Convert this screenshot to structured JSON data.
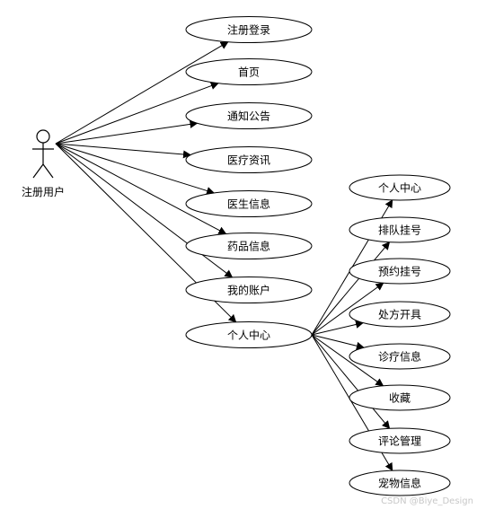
{
  "actor": {
    "label": "注册用户"
  },
  "use_cases": [
    {
      "id": "register",
      "label": "注册登录"
    },
    {
      "id": "home",
      "label": "首页"
    },
    {
      "id": "notice",
      "label": "通知公告"
    },
    {
      "id": "medical-info",
      "label": "医疗资讯"
    },
    {
      "id": "doctor-info",
      "label": "医生信息"
    },
    {
      "id": "drug-info",
      "label": "药品信息"
    },
    {
      "id": "my-account",
      "label": "我的账户"
    },
    {
      "id": "personal-center",
      "label": "个人中心"
    }
  ],
  "sub_use_cases": [
    {
      "id": "sub-personal-center",
      "label": "个人中心"
    },
    {
      "id": "queue-register",
      "label": "排队挂号"
    },
    {
      "id": "appointment",
      "label": "预约挂号"
    },
    {
      "id": "prescription",
      "label": "处方开具"
    },
    {
      "id": "diagnosis-info",
      "label": "诊疗信息"
    },
    {
      "id": "favorites",
      "label": "收藏"
    },
    {
      "id": "review-manage",
      "label": "评论管理"
    },
    {
      "id": "pet-info",
      "label": "宠物信息"
    }
  ],
  "watermark": "CSDN @Biye_Design"
}
